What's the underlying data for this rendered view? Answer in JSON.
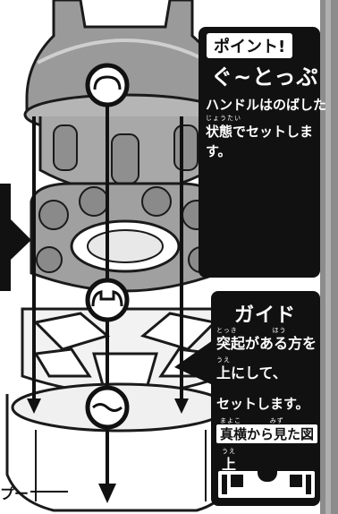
{
  "point_box": {
    "tag": "ポイント!",
    "headline": "ぐ~とっぷ",
    "line1": "ハンドルはのばした",
    "ruby_joutai": "じょうたい",
    "line2": "状態でセットします。"
  },
  "guide_box": {
    "tag": "ガイド",
    "ruby_tokki": "とっき",
    "ruby_hou": "ほう",
    "line1": "突起がある方を",
    "ruby_ue1": "うえ",
    "line2": "上にして、",
    "line3": "セットします。",
    "ruby_mayoko": "まよこ",
    "ruby_mizu": "みず",
    "side_view_label": "真横から見た図",
    "ruby_ue2": "うえ",
    "top_label": "上"
  },
  "bottom_left_text": "プー",
  "colors": {
    "panel": "#111111",
    "part_gray": "#9a9a9a",
    "part_light": "#dcdcdc",
    "outline": "#1a1a1a",
    "right_strip": "#8c8c8c"
  }
}
